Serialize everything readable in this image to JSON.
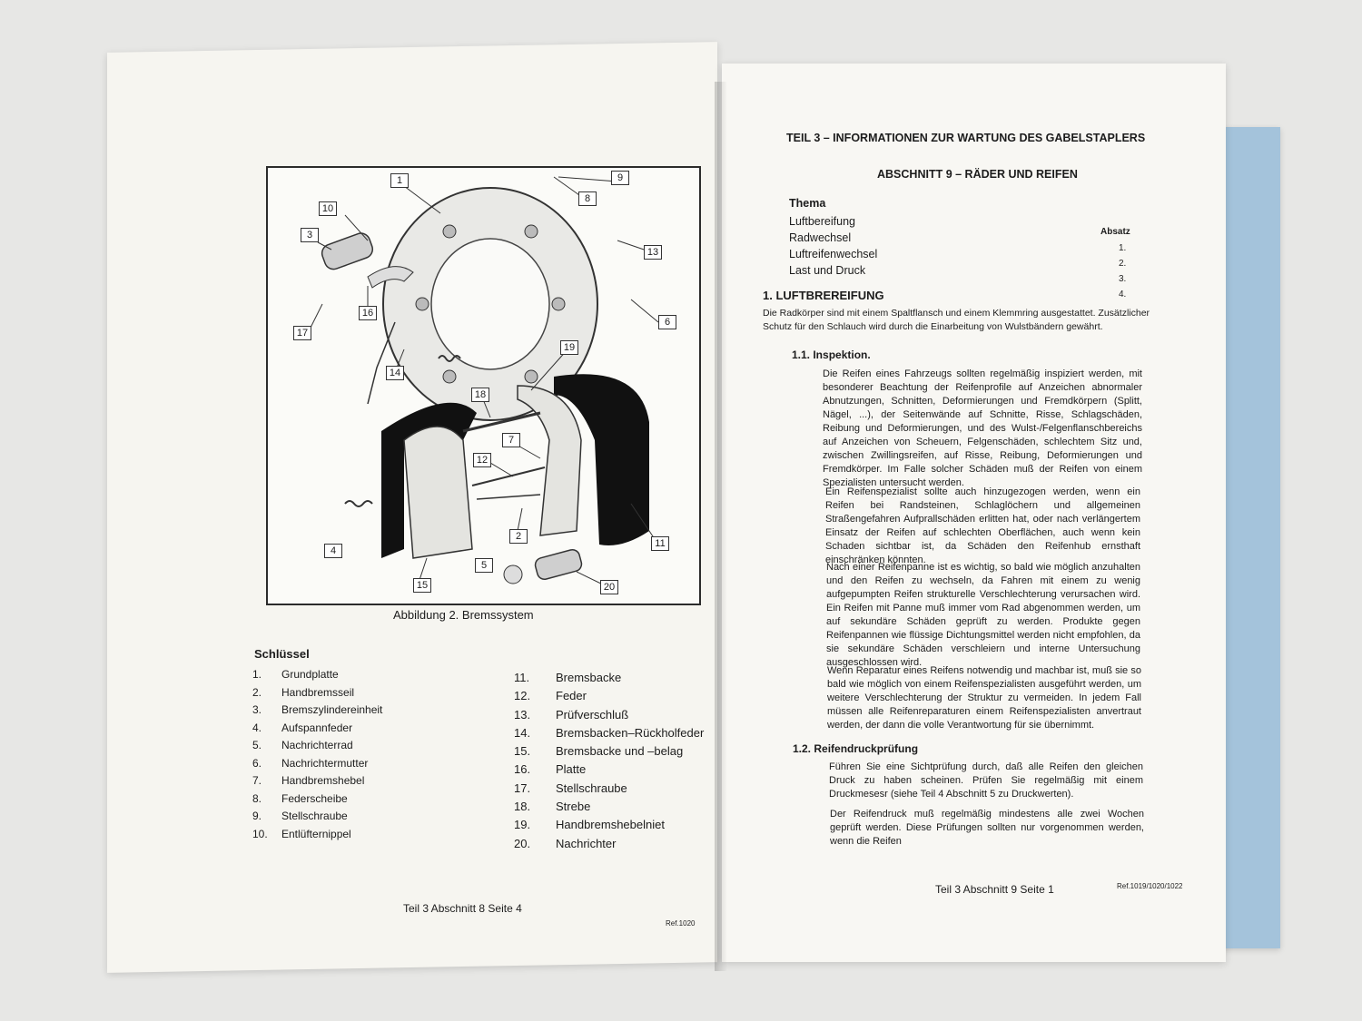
{
  "left_page": {
    "callouts": [
      "1",
      "2",
      "3",
      "4",
      "5",
      "6",
      "7",
      "8",
      "9",
      "10",
      "11",
      "12",
      "13",
      "14",
      "15",
      "16",
      "17",
      "18",
      "19",
      "20"
    ],
    "caption": "Abbildung 2. Bremssystem",
    "key_title": "Schlüssel",
    "key_col1": [
      {
        "n": "1.",
        "t": "Grundplatte"
      },
      {
        "n": "2.",
        "t": "Handbremsseil"
      },
      {
        "n": "3.",
        "t": "Bremszylindereinheit"
      },
      {
        "n": "4.",
        "t": "Aufspannfeder"
      },
      {
        "n": "5.",
        "t": "Nachrichterrad"
      },
      {
        "n": "6.",
        "t": "Nachrichtermutter"
      },
      {
        "n": "7.",
        "t": "Handbremshebel"
      },
      {
        "n": "8.",
        "t": "Federscheibe"
      },
      {
        "n": "9.",
        "t": "Stellschraube"
      },
      {
        "n": "10.",
        "t": "Entlüfternippel"
      }
    ],
    "key_col2": [
      {
        "n": "11.",
        "t": "Bremsbacke"
      },
      {
        "n": "12.",
        "t": "Feder"
      },
      {
        "n": "13.",
        "t": "Prüfverschluß"
      },
      {
        "n": "14.",
        "t": "Bremsbacken–Rückholfeder"
      },
      {
        "n": "15.",
        "t": "Bremsbacke und –belag"
      },
      {
        "n": "16.",
        "t": "Platte"
      },
      {
        "n": "17.",
        "t": "Stellschraube"
      },
      {
        "n": "18.",
        "t": "Strebe"
      },
      {
        "n": "19.",
        "t": "Handbremshebelniet"
      },
      {
        "n": "20.",
        "t": "Nachrichter"
      }
    ],
    "footer": "Teil 3 Abschnitt 8  Seite 4",
    "ref": "Ref.1020"
  },
  "right_page": {
    "heading": "TEIL 3 – INFORMATIONEN ZUR WARTUNG DES GABELSTAPLERS",
    "section": "ABSCHNITT 9 – RÄDER UND REIFEN",
    "thema_label": "Thema",
    "absatz_label": "Absatz",
    "topics": [
      "Luftbereifung",
      "Radwechsel",
      "Luftreifenwechsel",
      "Last und Druck"
    ],
    "topic_numbers": [
      "1.",
      "2.",
      "3.",
      "4."
    ],
    "s1_title": "1.   LUFTBREREIFUNG",
    "s1_intro": "Die Radkörper sind mit einem Spaltflansch und einem Klemmring ausgestattet. Zusätzlicher Schutz für den Schlauch wird durch die Einarbeitung von Wulstbändern gewährt.",
    "s11_title": "1.1.   Inspektion.",
    "p1": "Die Reifen eines Fahrzeugs sollten regelmäßig inspiziert werden, mit besonderer Beachtung der Reifenprofile auf Anzeichen abnormaler Abnutzungen, Schnitten, Deformierungen und Fremdkörpern (Splitt, Nägel, ...), der Seitenwände auf Schnitte, Risse, Schlagschäden, Reibung und Deformierungen, und des Wulst-/Felgenflanschbereichs auf Anzeichen von Scheuern, Felgenschäden, schlechtem Sitz und, zwischen Zwillingsreifen, auf Risse, Reibung, Deformierungen und Fremdkörper. Im Falle solcher Schäden muß der Reifen von einem Spezialisten untersucht werden.",
    "p2": "Ein Reifenspezialist sollte auch hinzugezogen werden, wenn ein Reifen bei Randsteinen, Schlaglöchern und allgemeinen Straßengefahren Aufprallschäden erlitten hat, oder nach verlängertem Einsatz der Reifen auf schlechten Oberflächen, auch wenn kein Schaden sichtbar ist, da Schäden den Reifenhub ernsthaft einschränken könnten.",
    "p3": "Nach einer Reifenpanne ist es wichtig, so bald wie möglich anzuhalten und den Reifen zu wechseln, da Fahren mit einem zu wenig aufgepumpten Reifen strukturelle Verschlechterung verursachen wird. Ein Reifen mit Panne muß immer vom Rad abgenommen werden, um auf sekundäre Schäden geprüft zu werden. Produkte gegen Reifenpannen wie flüssige Dichtungsmittel werden nicht empfohlen, da sie sekundäre Schäden verschleiern und interne Untersuchung ausgeschlossen wird.",
    "p4": "Wenn Reparatur eines Reifens notwendig und machbar ist, muß sie so bald wie möglich von einem Reifenspezialisten ausgeführt werden, um weitere Verschlechterung der Struktur zu vermeiden. In jedem Fall müssen alle Reifenreparaturen einem Reifenspezialisten anvertraut werden, der dann die volle Verantwortung für sie übernimmt.",
    "s12_title": "1.2.   Reifendruckprüfung",
    "p5": "Führen Sie eine Sichtprüfung durch, daß alle Reifen den gleichen Druck zu haben scheinen. Prüfen Sie regelmäßig mit einem Druckmesesr (siehe Teil 4 Abschnitt 5 zu Druckwerten).",
    "p6": "Der Reifendruck muß regelmäßig mindestens alle zwei Wochen geprüft werden. Diese Prüfungen sollten nur vorgenommen werden, wenn die Reifen",
    "footer": "Teil 3 Abschnitt 9  Seite 1",
    "ref": "Ref.1019/1020/1022"
  }
}
